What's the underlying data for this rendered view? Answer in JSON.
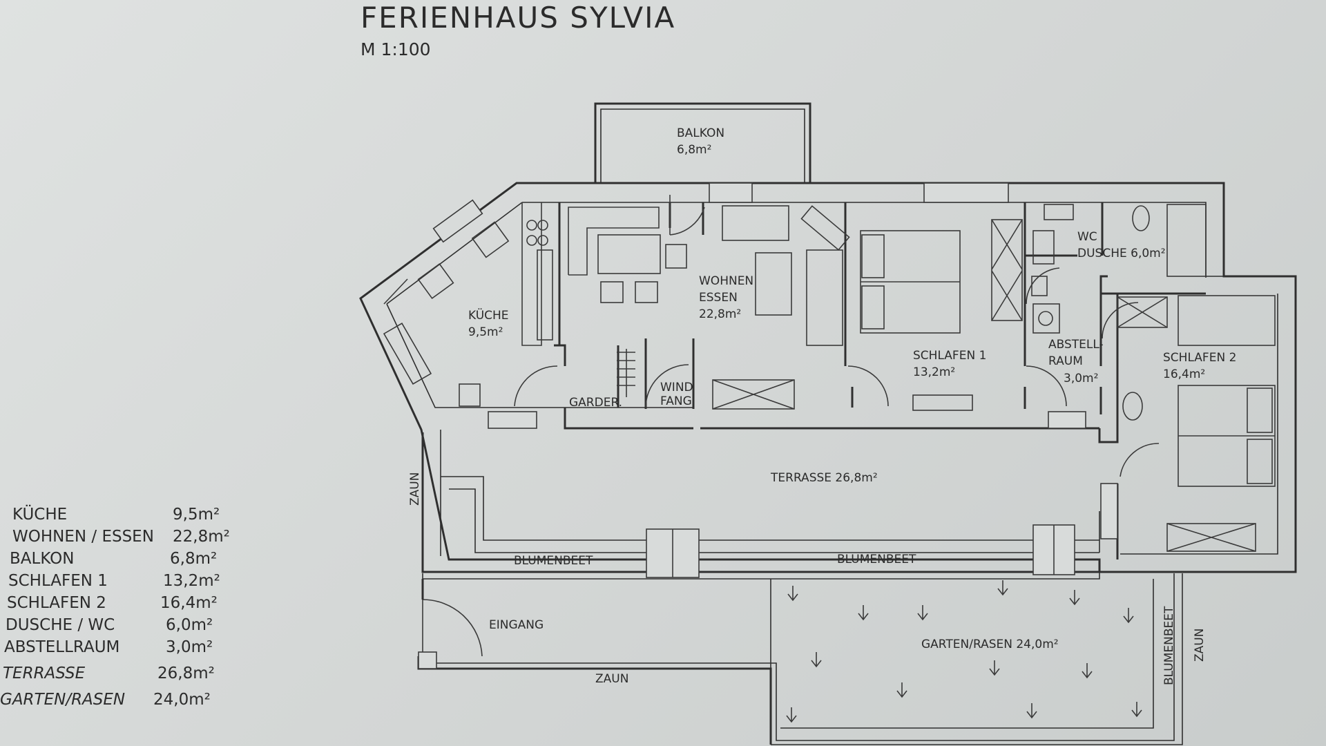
{
  "title": "FERIENHAUS SYLVIA",
  "scale": "M 1:100",
  "rooms": {
    "balkon": {
      "name": "BALKON",
      "area": "6,8m²"
    },
    "kueche": {
      "name": "KÜCHE",
      "area": "9,5m²"
    },
    "wohnen": {
      "name1": "WOHNEN",
      "name2": "ESSEN",
      "area": "22,8m²"
    },
    "schlafen1": {
      "name": "SCHLAFEN 1",
      "area": "13,2m²"
    },
    "wc": {
      "name1": "WC",
      "name2": "DUSCHE 6,0m²"
    },
    "abstell": {
      "name1": "ABSTELL-",
      "name2": "RAUM",
      "area": "3,0m²"
    },
    "schlafen2": {
      "name": "SCHLAFEN 2",
      "area": "16,4m²"
    },
    "garder": {
      "name": "GARDER."
    },
    "windfang": {
      "name1": "WIND",
      "name2": "FANG"
    },
    "terrasse": {
      "name": "TERRASSE 26,8m²"
    },
    "garten": {
      "name": "GARTEN/RASEN 24,0m²"
    }
  },
  "outdoor": {
    "blumenbeet_left": "BLUMENBEET",
    "blumenbeet_right": "BLUMENBEET",
    "blumenbeet_vertical": "BLUMENBEET",
    "zaun_left": "ZAUN",
    "zaun_bottom": "ZAUN",
    "zaun_right": "ZAUN",
    "eingang": "EINGANG"
  },
  "legend": [
    {
      "name": "KÜCHE",
      "area": "9,5m²"
    },
    {
      "name": "WOHNEN / ESSEN",
      "area": "22,8m²"
    },
    {
      "name": "BALKON",
      "area": "6,8m²"
    },
    {
      "name": "SCHLAFEN 1",
      "area": "13,2m²"
    },
    {
      "name": "SCHLAFEN 2",
      "area": "16,4m²"
    },
    {
      "name": "DUSCHE / WC",
      "area": "6,0m²"
    },
    {
      "name": "ABSTELLRAUM",
      "area": "3,0m²"
    },
    {
      "name": "TERRASSE",
      "area": "26,8m²"
    },
    {
      "name": "GARTEN/RASEN",
      "area": "24,0m²"
    }
  ],
  "colors": {
    "paper": "#d8dbda",
    "ink": "#2f2f2f"
  }
}
